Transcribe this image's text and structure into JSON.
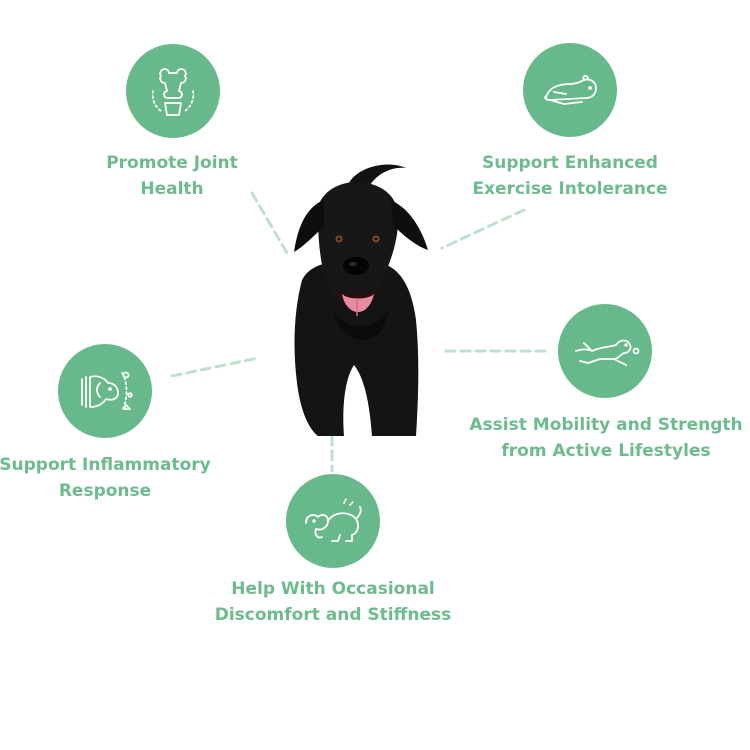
{
  "benefits": {
    "joint": {
      "line1": "Promote Joint",
      "line2": "Health",
      "icon": "joint-bone-icon"
    },
    "exercise": {
      "line1": "Support Enhanced",
      "line2": "Exercise Intolerance",
      "icon": "resting-dog-icon"
    },
    "mobility": {
      "line1": "Assist Mobility and Strength",
      "line2": "from Active Lifestyles",
      "icon": "running-dog-icon"
    },
    "inflammatory": {
      "line1": "Support Inflammatory",
      "line2": "Response",
      "icon": "dog-head-icon"
    },
    "discomfort": {
      "line1": "Help With Occasional",
      "line2": "Discomfort and Stiffness",
      "icon": "scratching-dog-icon"
    }
  },
  "colors": {
    "accent": "#67b88a",
    "text": "#6dbb8f",
    "connector": "#bfe0cc",
    "icon_stroke": "#ffffff"
  },
  "photo": {
    "subject": "black-labrador-photo"
  }
}
